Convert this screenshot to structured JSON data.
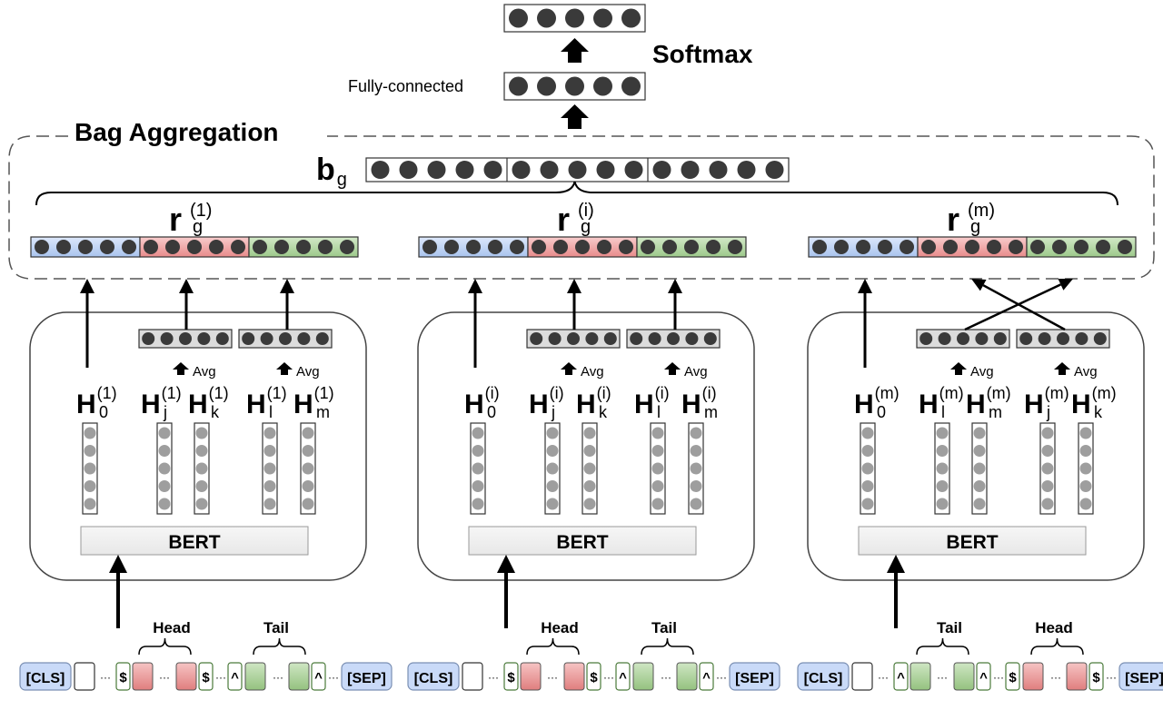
{
  "top": {
    "softmax_label": "Softmax",
    "fc_label": "Fully-connected"
  },
  "bag": {
    "title": "Bag Aggregation",
    "bg_main": "b",
    "bg_sub": "g"
  },
  "groups": [
    {
      "r_main": "r",
      "r_sub": "g",
      "r_sup": "(1)",
      "H0": {
        "main": "H",
        "sub": "0",
        "sup": "(1)"
      },
      "pair1": [
        {
          "main": "H",
          "sub": "j",
          "sup": "(1)"
        },
        {
          "main": "H",
          "sub": "k",
          "sup": "(1)"
        }
      ],
      "pair2": [
        {
          "main": "H",
          "sub": "l",
          "sup": "(1)"
        },
        {
          "main": "H",
          "sub": "m",
          "sup": "(1)"
        }
      ],
      "avg": "Avg",
      "bert": "BERT",
      "first_label": "Head",
      "second_label": "Tail",
      "tokens": {
        "cls": "[CLS]",
        "sep": "[SEP]",
        "dots": "···",
        "m1": "$",
        "m2": "^"
      }
    },
    {
      "r_main": "r",
      "r_sub": "g",
      "r_sup": "(i)",
      "H0": {
        "main": "H",
        "sub": "0",
        "sup": "(i)"
      },
      "pair1": [
        {
          "main": "H",
          "sub": "j",
          "sup": "(i)"
        },
        {
          "main": "H",
          "sub": "k",
          "sup": "(i)"
        }
      ],
      "pair2": [
        {
          "main": "H",
          "sub": "l",
          "sup": "(i)"
        },
        {
          "main": "H",
          "sub": "m",
          "sup": "(i)"
        }
      ],
      "avg": "Avg",
      "bert": "BERT",
      "first_label": "Head",
      "second_label": "Tail",
      "tokens": {
        "cls": "[CLS]",
        "sep": "[SEP]",
        "dots": "···",
        "m1": "$",
        "m2": "^"
      }
    },
    {
      "r_main": "r",
      "r_sub": "g",
      "r_sup": "(m)",
      "H0": {
        "main": "H",
        "sub": "0",
        "sup": "(m)"
      },
      "pair1": [
        {
          "main": "H",
          "sub": "l",
          "sup": "(m)"
        },
        {
          "main": "H",
          "sub": "m",
          "sup": "(m)"
        }
      ],
      "pair2": [
        {
          "main": "H",
          "sub": "j",
          "sup": "(m)"
        },
        {
          "main": "H",
          "sub": "k",
          "sup": "(m)"
        }
      ],
      "avg": "Avg",
      "bert": "BERT",
      "first_label": "Tail",
      "second_label": "Head",
      "tokens": {
        "cls": "[CLS]",
        "sep": "[SEP]",
        "dots": "···",
        "m1": "^",
        "m2": "$"
      }
    }
  ],
  "colors": {
    "blue": "#c9daf8",
    "red": "#f4a9a8",
    "green": "#b6d7a8",
    "dot": "#3a3a3a",
    "gray_dot": "#9e9e9e"
  }
}
